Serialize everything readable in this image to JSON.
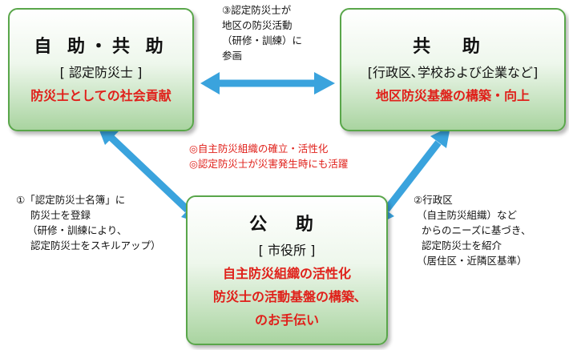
{
  "boxes": {
    "self_mutual": {
      "title": "自 助・共 助",
      "subtitle": "[ 認定防災士 ]",
      "role": "防災士としての社会貢献"
    },
    "mutual": {
      "title": "共 助",
      "subtitle": "[行政区､学校および企業など]",
      "role": "地区防災基盤の構築・向上"
    },
    "public": {
      "title": "公 助",
      "subtitle": "[ 市役所 ]",
      "roles": [
        "自主防災組織の活性化",
        "防災士の活動基盤の構築､",
        "のお手伝い"
      ]
    }
  },
  "notes": {
    "top": [
      "③認定防災士が",
      "地区の防災活動",
      "（研修・訓練）に",
      "参画"
    ],
    "center": [
      "◎自主防災組織の確立・活性化",
      "◎認定防災士が災害発生時にも活躍"
    ],
    "left": [
      "①「認定防災士名簿」に",
      "防災士を登録",
      "（研修・訓練により､",
      "認定防災士をスキルアップ）"
    ],
    "right": [
      "②行政区",
      "（自主防災組織）など",
      "からのニーズに基づき､",
      "認定防災士を紹介",
      "（居住区・近隣区基準）"
    ]
  },
  "colors": {
    "arrow": "#3aa3dd",
    "box_border": "#59a64a",
    "accent_red": "#e0201a"
  }
}
